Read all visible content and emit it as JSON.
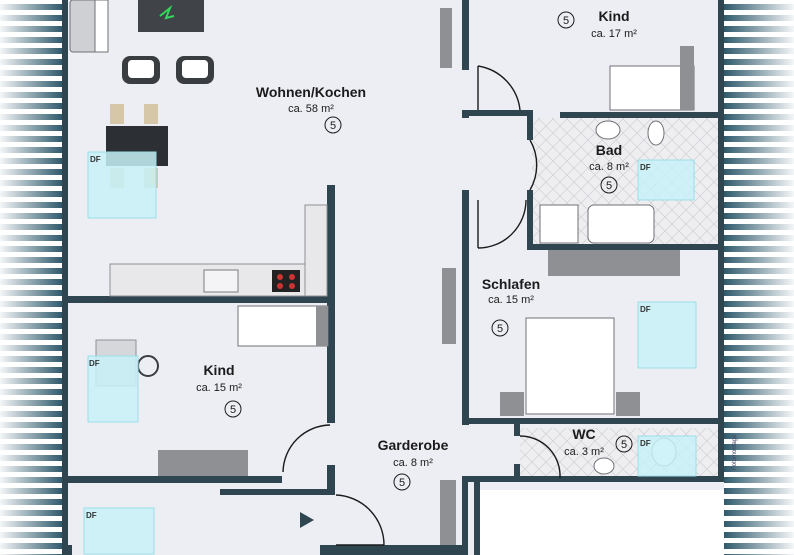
{
  "rooms": [
    {
      "name": "Wohnen/Kochen",
      "area": "ca. 58 m²",
      "number": "5"
    },
    {
      "name": "Kind",
      "area": "ca. 17 m²",
      "number": "5"
    },
    {
      "name": "Bad",
      "area": "ca. 8 m²",
      "number": "5"
    },
    {
      "name": "Schlafen",
      "area": "ca. 15 m²",
      "number": "5"
    },
    {
      "name": "Kind",
      "area": "ca. 15 m²",
      "number": "5"
    },
    {
      "name": "Garderobe",
      "area": "ca. 8 m²",
      "number": "5"
    },
    {
      "name": "WC",
      "area": "ca. 3 m²",
      "number": "5"
    }
  ],
  "skylight_label": "DF",
  "credit": "Fotomontage",
  "colors": {
    "wall": "#2f4650",
    "floor": "#edeef4",
    "tile": "#e9eaee",
    "skylight": "#c7f1f7",
    "stripe": "#2f5a6c",
    "furniture": "#8e9094"
  }
}
